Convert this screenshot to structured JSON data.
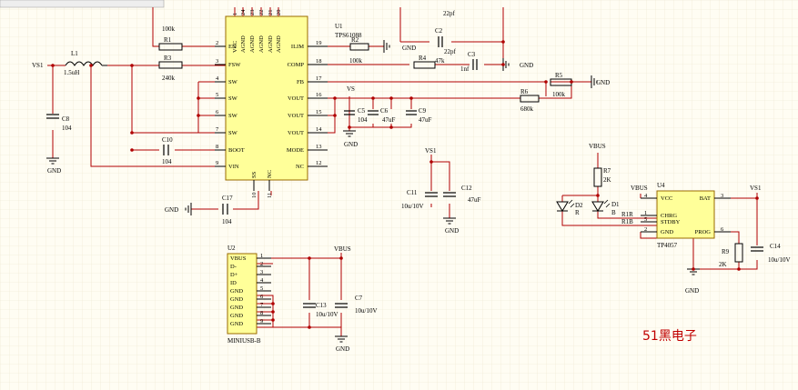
{
  "colors": {
    "wire": "#b00000",
    "chip": "#ffff99",
    "chip_border": "#9a6a00",
    "grid": "#ece6cf",
    "text": "#000000",
    "watermark": "#c00000",
    "bg": "#fffdf3"
  },
  "u1": {
    "ref": "U1",
    "part": "TPS61088",
    "left_pins": [
      {
        "num": "2",
        "name": "EN"
      },
      {
        "num": "3",
        "name": "FSW"
      },
      {
        "num": "4",
        "name": "SW"
      },
      {
        "num": "5",
        "name": "SW"
      },
      {
        "num": "6",
        "name": "SW"
      },
      {
        "num": "7",
        "name": "SW"
      },
      {
        "num": "8",
        "name": "BOOT"
      },
      {
        "num": "9",
        "name": "VIN"
      }
    ],
    "right_pins": [
      {
        "num": "19",
        "name": "ILIM"
      },
      {
        "num": "18",
        "name": "COMP"
      },
      {
        "num": "17",
        "name": "FB"
      },
      {
        "num": "16",
        "name": "VOUT"
      },
      {
        "num": "15",
        "name": "VOUT"
      },
      {
        "num": "14",
        "name": "VOUT"
      },
      {
        "num": "13",
        "name": "MODE"
      },
      {
        "num": "12",
        "name": "NC"
      }
    ],
    "top_pins": [
      {
        "num": "1",
        "name": "VCC"
      },
      {
        "num": "24",
        "name": "AGND"
      },
      {
        "num": "23",
        "name": "AGND"
      },
      {
        "num": "22",
        "name": "AGND"
      },
      {
        "num": "21",
        "name": "AGND"
      },
      {
        "num": "20",
        "name": "AGND"
      }
    ],
    "bottom_pins": [
      {
        "num": "10",
        "name": "SS"
      },
      {
        "num": "11",
        "name": "NC"
      }
    ]
  },
  "u2": {
    "ref": "U2",
    "part": "MINIUSB-B",
    "pins": [
      {
        "num": "1",
        "name": "VBUS"
      },
      {
        "num": "2",
        "name": "D-"
      },
      {
        "num": "3",
        "name": "D+"
      },
      {
        "num": "4",
        "name": "ID"
      },
      {
        "num": "5",
        "name": "GND"
      },
      {
        "num": "6",
        "name": "GND"
      },
      {
        "num": "7",
        "name": "GND"
      },
      {
        "num": "8",
        "name": "GND"
      },
      {
        "num": "9",
        "name": "GND"
      }
    ]
  },
  "u4": {
    "ref": "U4",
    "part": "TP4057",
    "left_pins": [
      {
        "num": "4",
        "name": "VCC"
      },
      {
        "num": "1",
        "name": "CHRG"
      },
      {
        "num": "5",
        "name": "STDBY"
      },
      {
        "num": "2",
        "name": "GND"
      }
    ],
    "right_pins": [
      {
        "num": "3",
        "name": "BAT"
      },
      {
        "num": "6",
        "name": "PROG"
      }
    ]
  },
  "components": [
    {
      "ref": "L1",
      "value": "1.5uH"
    },
    {
      "ref": "R1",
      "value": "100k"
    },
    {
      "ref": "R3",
      "value": "240k"
    },
    {
      "ref": "C8",
      "value": "104"
    },
    {
      "ref": "C10",
      "value": "104"
    },
    {
      "ref": "C17",
      "value": "104"
    },
    {
      "ref": "R2",
      "value": "100k"
    },
    {
      "ref": "C2",
      "value": "22pf"
    },
    {
      "ref": "C3",
      "value": "1nf"
    },
    {
      "ref": "R4",
      "value": "47k"
    },
    {
      "ref": "R5",
      "value": "100k"
    },
    {
      "ref": "R6",
      "value": "680k"
    },
    {
      "ref": "C5",
      "value": "104"
    },
    {
      "ref": "C6",
      "value": "47uF"
    },
    {
      "ref": "C9",
      "value": "47uF"
    },
    {
      "ref": "C11",
      "value": "10u/10V"
    },
    {
      "ref": "C12",
      "value": "47uF"
    },
    {
      "ref": "C13",
      "value": "10u/10V"
    },
    {
      "ref": "C7",
      "value": "10u/10V"
    },
    {
      "ref": "R7",
      "value": "2K"
    },
    {
      "ref": "R9",
      "value": "2K"
    },
    {
      "ref": "C14",
      "value": "10u/10V"
    },
    {
      "ref": "D2",
      "value": "R"
    },
    {
      "ref": "D1",
      "value": "B"
    }
  ],
  "top_cap_value": "22pf",
  "net_labels": {
    "vs1": "VS1",
    "vs": "VS",
    "vbus": "VBUS",
    "gnd": "GND",
    "r1r": "R1R",
    "r1b": "R1B"
  },
  "watermark": "51黑电子"
}
